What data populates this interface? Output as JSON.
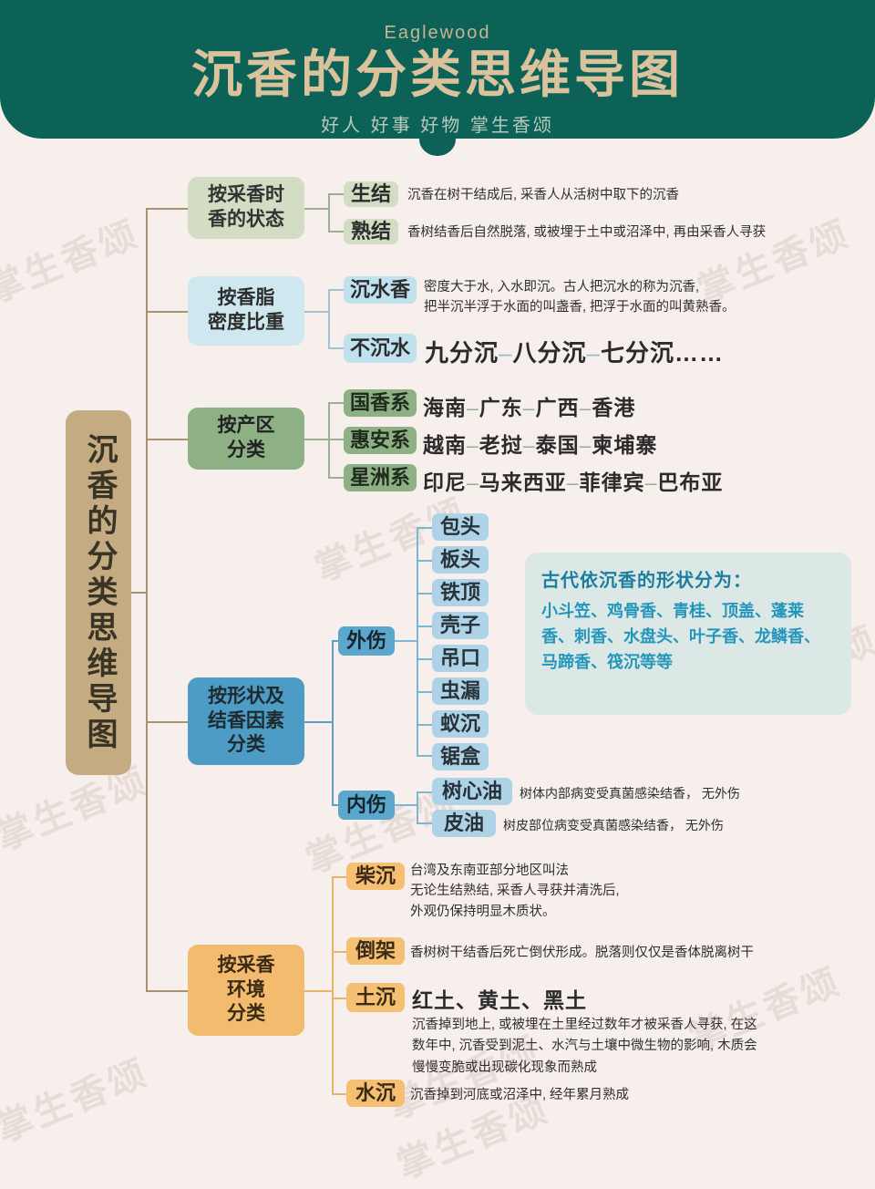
{
  "header": {
    "english": "Eaglewood",
    "title": "沉香的分类思维导图",
    "subtitle": "好人 好事 好物  掌生香颂"
  },
  "watermark": "掌生香颂",
  "root": {
    "label": "沉香的分类思维导图"
  },
  "branches": [
    {
      "id": "harvest-state",
      "label": "按采香时\n香的状态",
      "color": "#d2ddc3",
      "items": [
        {
          "chip": "生结",
          "desc": "沉香在树干结成后, 采香人从活树中取下的沉香"
        },
        {
          "chip": "熟结",
          "desc": "香树结香后自然脱落, 或被埋于土中或沼泽中, 再由采香人寻获"
        }
      ]
    },
    {
      "id": "density",
      "label": "按香脂\n密度比重",
      "color": "#cfe8ef",
      "items": [
        {
          "chip": "沉水香",
          "desc": "密度大于水, 入水即沉。古人把沉水的称为沉香,\n把半沉半浮于水面的叫盏香, 把浮于水面的叫黄熟香。"
        },
        {
          "chip": "不沉水",
          "tags": [
            "九分沉",
            "八分沉",
            "七分沉……"
          ]
        }
      ]
    },
    {
      "id": "region",
      "label": "按产区\n分类",
      "color": "#8db185",
      "items": [
        {
          "chip": "国香系",
          "tags": [
            "海南",
            "广东",
            "广西",
            "香港"
          ]
        },
        {
          "chip": "惠安系",
          "tags": [
            "越南",
            "老挝",
            "泰国",
            "柬埔寨"
          ]
        },
        {
          "chip": "星洲系",
          "tags": [
            "印尼",
            "马来西亚",
            "菲律宾",
            "巴布亚"
          ]
        }
      ]
    },
    {
      "id": "shape",
      "label": "按形状及\n结香因素\n分类",
      "color": "#4c9cc6",
      "groups": [
        {
          "chip": "外伤",
          "items": [
            "包头",
            "板头",
            "铁顶",
            "壳子",
            "吊口",
            "虫漏",
            "蚁沉",
            "锯盒"
          ]
        },
        {
          "chip": "内伤",
          "pairs": [
            {
              "chip": "树心油",
              "desc": "树体内部病变受真菌感染结香， 无外伤"
            },
            {
              "chip": "皮油",
              "desc": "树皮部位病变受真菌感染结香， 无外伤"
            }
          ]
        }
      ]
    },
    {
      "id": "environment",
      "label": "按采香\n环境\n分类",
      "color": "#f3bb6d",
      "items": [
        {
          "chip": "柴沉",
          "desc": "台湾及东南亚部分地区叫法\n无论生结熟结, 采香人寻获并清洗后,\n外观仍保持明显木质状。"
        },
        {
          "chip": "倒架",
          "desc": "香树树干结香后死亡倒伏形成。脱落则仅仅是香体脱离树干"
        },
        {
          "chip": "土沉",
          "heading": "红土、黄土、黑土",
          "desc": "沉香掉到地上, 或被埋在土里经过数年才被采香人寻获, 在这\n数年中, 沉香受到泥土、水汽与土壤中微生物的影响, 木质会\n慢慢变脆或出现碳化现象而熟成"
        },
        {
          "chip": "水沉",
          "desc": "沉香掉到河底或沼泽中, 经年累月熟成"
        }
      ]
    }
  ],
  "infobox": {
    "title": "古代依沉香的形状分为：",
    "body": "小斗笠、鸡骨香、青桂、顶盖、蓬莱香、刺香、水盘头、叶子香、龙鳞香、马蹄香、筏沉等等"
  },
  "colors": {
    "background": "#f7efec",
    "header_bg": "#0d6257",
    "title_gold": "#d9c29c",
    "root_tan": "#c4ab82",
    "sage": "#d2ddc3",
    "green": "#8db185",
    "light_blue": "#cfe8ef",
    "blue": "#4c9cc6",
    "orange": "#f3bb6d",
    "info_text": "#2596bb"
  }
}
